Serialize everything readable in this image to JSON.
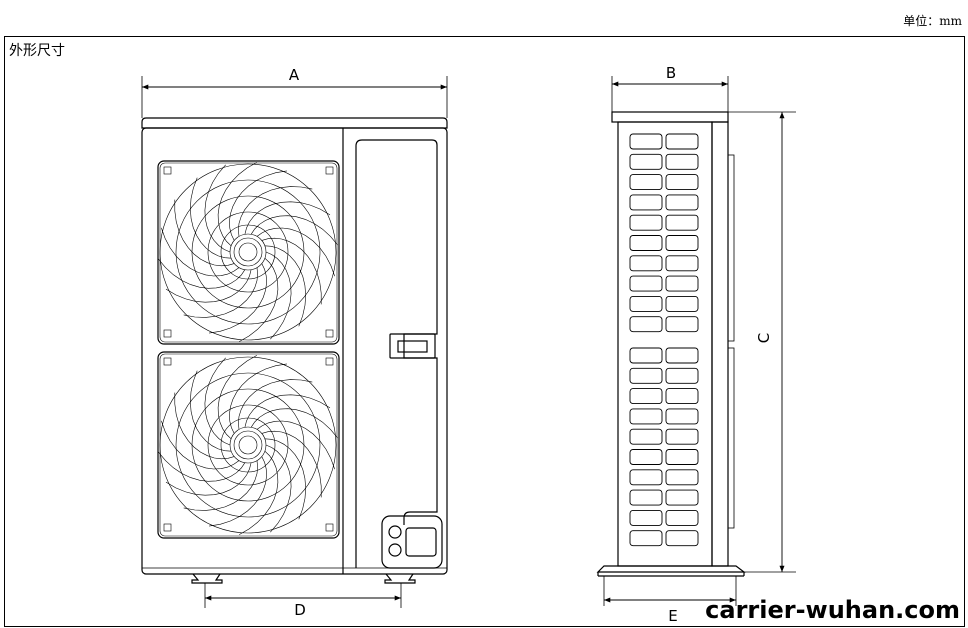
{
  "header": {
    "unit_label": "单位：mm"
  },
  "section": {
    "title": "外形尺寸"
  },
  "dimensions": {
    "A": "A",
    "B": "B",
    "C": "C",
    "D": "D",
    "E": "E"
  },
  "watermark": "carrier-wuhan.com",
  "colors": {
    "line": "#000000",
    "background": "#ffffff"
  }
}
